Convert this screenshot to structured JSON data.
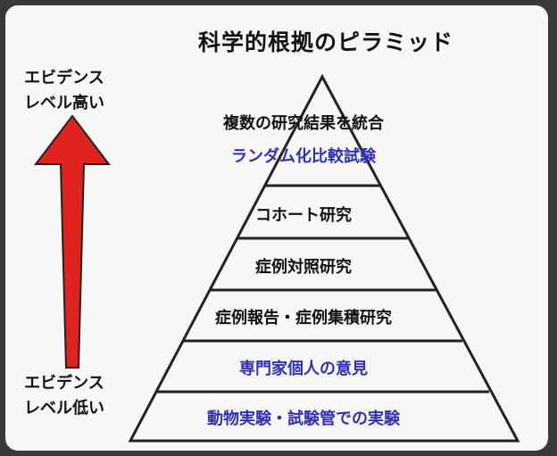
{
  "title": "科学的根拠のピラミッド",
  "evidence_high": {
    "line1": "エビデンス",
    "line2": "レベル高い"
  },
  "evidence_low": {
    "line1": "エビデンス",
    "line2": "レベル低い"
  },
  "tiers": [
    {
      "lines": [
        "複数の研究結果を統合",
        "ランダム化比較試験"
      ]
    },
    {
      "lines": [
        "コホート研究"
      ]
    },
    {
      "lines": [
        "症例対照研究"
      ]
    },
    {
      "lines": [
        "症例報告・症例集積研究"
      ]
    },
    {
      "lines": [
        "専門家個人の意見"
      ]
    },
    {
      "lines": [
        "動物実験・試験管での実験"
      ]
    }
  ],
  "colors": {
    "arrow_fill": "#e0231f",
    "blue_text": "#2f2fb8",
    "background": "#f7f7f5"
  }
}
